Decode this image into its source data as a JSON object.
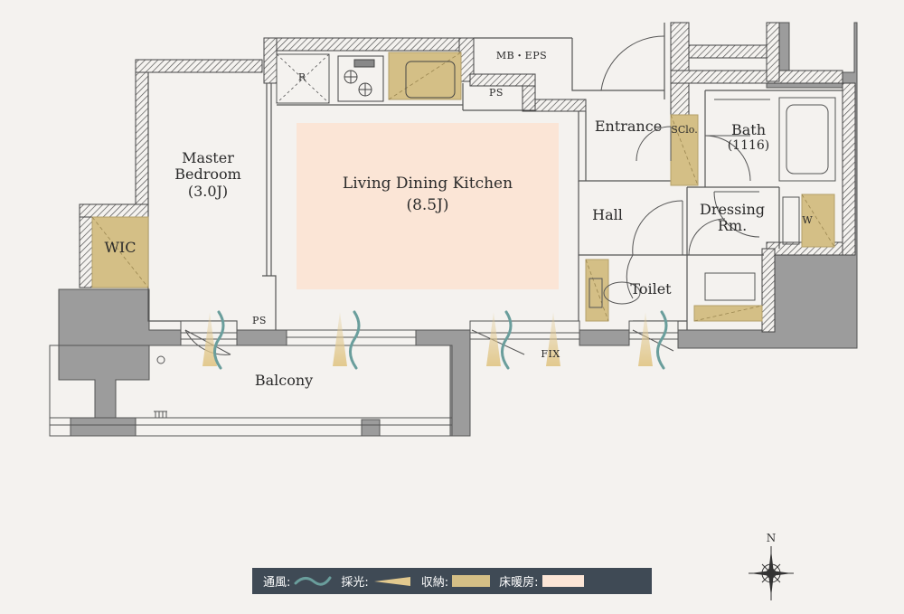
{
  "rooms": {
    "master_bedroom": [
      "Master",
      "Bedroom",
      "(3.0J)"
    ],
    "ldk": [
      "Living Dining Kitchen",
      "(8.5J)"
    ],
    "wic": "WIC",
    "entrance": "Entrance",
    "sclo": "SClo.",
    "bath": [
      "Bath",
      "(1116)"
    ],
    "hall": "Hall",
    "dressing": [
      "Dressing",
      "Rm."
    ],
    "toilet": "Toilet",
    "balcony": "Balcony",
    "mb_eps": "MB・EPS",
    "ps_top": "PS",
    "ps_bottom": "PS",
    "fix": "FIX",
    "r_mark": "R",
    "w_mark": "W"
  },
  "legend": {
    "ventilation": "通風:",
    "daylight": "採光:",
    "storage": "収納:",
    "floor_heating": "床暖房:"
  },
  "compass": {
    "label": "N"
  },
  "colors": {
    "storage": "#d4bf86",
    "floor_heating": "#fbe5d6",
    "ventilation": "#6a9e9c",
    "daylight": "#e2c98e",
    "wall_gray": "#9c9c9c",
    "legend_bg": "#3f4a55"
  }
}
